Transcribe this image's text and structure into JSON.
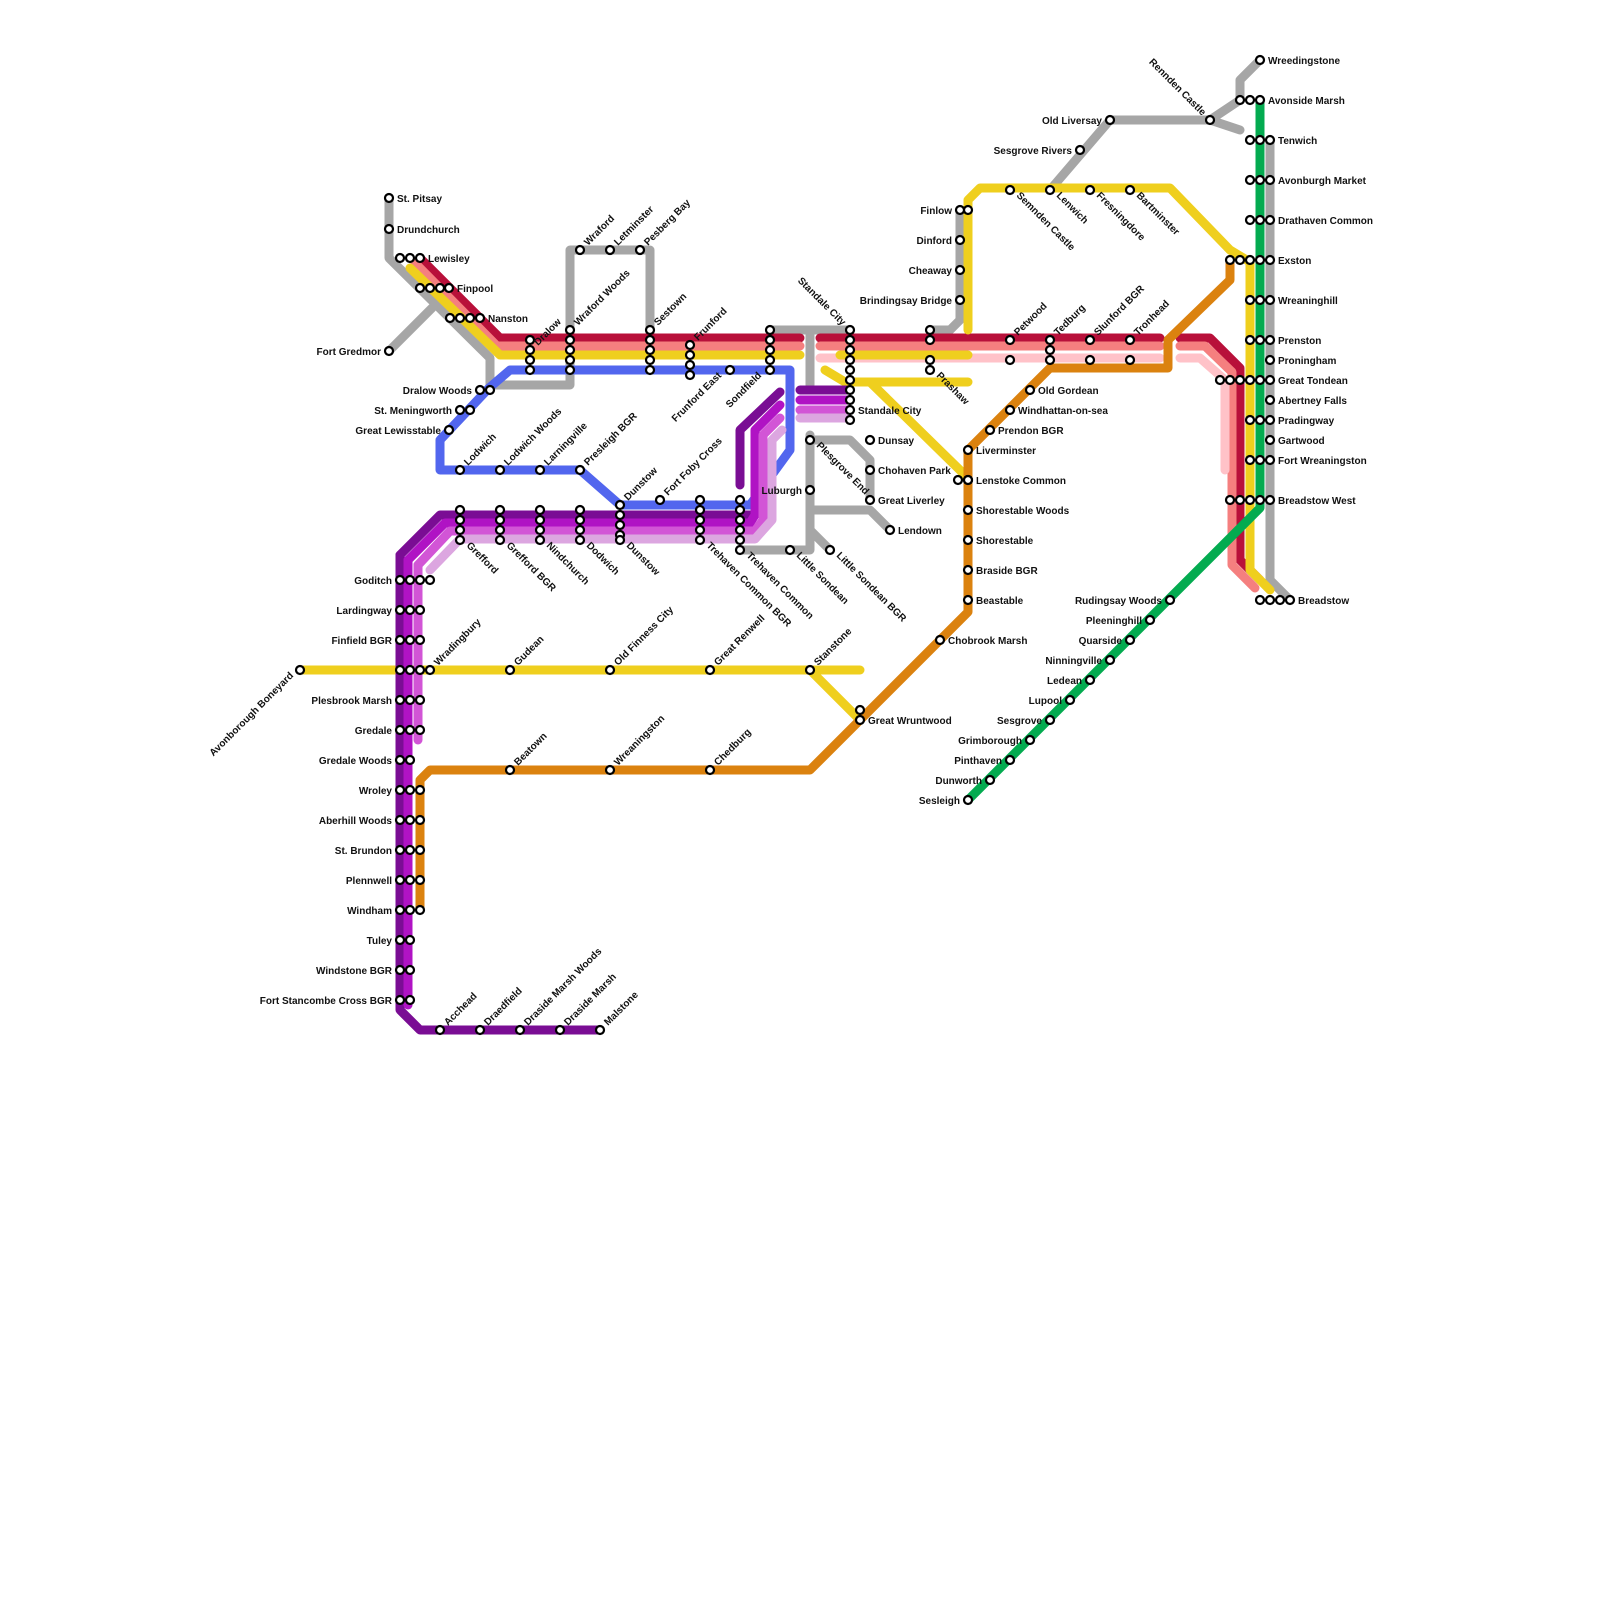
{
  "colors": {
    "gray": "#a6a6a6",
    "crimson": "#b8103a",
    "salmon": "#f57f7f",
    "pink": "#ffc2c8",
    "yellow": "#efcf1e",
    "blue": "#5266ee",
    "purple": "#7a0d94",
    "magenta": "#b013c4",
    "orchid": "#d255d6",
    "lavender": "#dca6e0",
    "orange": "#db820f",
    "green": "#04ab50"
  },
  "lines": [
    {
      "id": "gray",
      "color": "gray"
    },
    {
      "id": "crimson",
      "color": "crimson"
    },
    {
      "id": "salmon",
      "color": "salmon"
    },
    {
      "id": "pink",
      "color": "pink"
    },
    {
      "id": "yellow",
      "color": "yellow"
    },
    {
      "id": "blue",
      "color": "blue"
    },
    {
      "id": "purple",
      "color": "purple"
    },
    {
      "id": "magenta",
      "color": "magenta"
    },
    {
      "id": "orchid",
      "color": "orchid"
    },
    {
      "id": "lavender",
      "color": "lavender"
    },
    {
      "id": "orange",
      "color": "orange"
    },
    {
      "id": "green",
      "color": "green"
    }
  ],
  "stations": [
    {
      "label": "St. Pitsay"
    },
    {
      "label": "Drundchurch"
    },
    {
      "label": "Lewisley"
    },
    {
      "label": "Finpool"
    },
    {
      "label": "Nanston"
    },
    {
      "label": "Fort Gredmor"
    },
    {
      "label": "Dralow Woods"
    },
    {
      "label": "St. Meningworth"
    },
    {
      "label": "Great Lewisstable"
    },
    {
      "label": "Lodwich"
    },
    {
      "label": "Lodwich Woods"
    },
    {
      "label": "Larningville"
    },
    {
      "label": "Presleigh BGR"
    },
    {
      "label": "Dunstow"
    },
    {
      "label": "Fort Foby Cross"
    },
    {
      "label": "Dralow"
    },
    {
      "label": "Wraford Woods"
    },
    {
      "label": "Wraford"
    },
    {
      "label": "Letminster"
    },
    {
      "label": "Pesberg Bay"
    },
    {
      "label": "Sestown"
    },
    {
      "label": "Frunford"
    },
    {
      "label": "Frunford East"
    },
    {
      "label": "Sondfield"
    },
    {
      "label": "Standale City"
    },
    {
      "label": "Standale City"
    },
    {
      "label": "Grefford"
    },
    {
      "label": "Grefford BGR"
    },
    {
      "label": "Nindchurch"
    },
    {
      "label": "Dodwich"
    },
    {
      "label": "Dunstow"
    },
    {
      "label": "Trehaven Common BGR"
    },
    {
      "label": "Trehaven Common"
    },
    {
      "label": "Little Sondean"
    },
    {
      "label": "Little Sondean BGR"
    },
    {
      "label": "Plesgrove End"
    },
    {
      "label": "Luburgh"
    },
    {
      "label": "Dunsay"
    },
    {
      "label": "Chohaven Park"
    },
    {
      "label": "Great Liverley"
    },
    {
      "label": "Lendown"
    },
    {
      "label": "Finlow"
    },
    {
      "label": "Dinford"
    },
    {
      "label": "Cheaway"
    },
    {
      "label": "Brindingsay Bridge"
    },
    {
      "label": "Prashaw"
    },
    {
      "label": "Semnden Castle"
    },
    {
      "label": "Petwood"
    },
    {
      "label": "Lenwich"
    },
    {
      "label": "Tedburg"
    },
    {
      "label": "Fresningdore"
    },
    {
      "label": "Slunford BGR"
    },
    {
      "label": "Bartminster"
    },
    {
      "label": "Tronhead"
    },
    {
      "label": "Old Gordean"
    },
    {
      "label": "Windhattan-on-sea"
    },
    {
      "label": "Prendon BGR"
    },
    {
      "label": "Liverminster"
    },
    {
      "label": "Lenstoke Common"
    },
    {
      "label": "Shorestable Woods"
    },
    {
      "label": "Shorestable"
    },
    {
      "label": "Braside BGR"
    },
    {
      "label": "Beastable"
    },
    {
      "label": "Chobrook Marsh"
    },
    {
      "label": "Great Wruntwood"
    },
    {
      "label": "Sesgrove Rivers"
    },
    {
      "label": "Old Liversay"
    },
    {
      "label": "Rennden Castle"
    },
    {
      "label": "Wreedingstone"
    },
    {
      "label": "Avonside Marsh"
    },
    {
      "label": "Tenwich"
    },
    {
      "label": "Avonburgh Market"
    },
    {
      "label": "Drathaven Common"
    },
    {
      "label": "Exston"
    },
    {
      "label": "Wreaninghill"
    },
    {
      "label": "Prenston"
    },
    {
      "label": "Proningham"
    },
    {
      "label": "Great Tondean"
    },
    {
      "label": "Abertney Falls"
    },
    {
      "label": "Pradingway"
    },
    {
      "label": "Gartwood"
    },
    {
      "label": "Fort Wreaningston"
    },
    {
      "label": "Breadstow West"
    },
    {
      "label": "Breadstow"
    },
    {
      "label": "Rudingsay Woods"
    },
    {
      "label": "Pleeninghill"
    },
    {
      "label": "Quarside"
    },
    {
      "label": "Ninningville"
    },
    {
      "label": "Ledean"
    },
    {
      "label": "Lupool"
    },
    {
      "label": "Sesgrove"
    },
    {
      "label": "Grimborough"
    },
    {
      "label": "Pinthaven"
    },
    {
      "label": "Dunworth"
    },
    {
      "label": "Sesleigh"
    },
    {
      "label": "Goditch"
    },
    {
      "label": "Lardingway"
    },
    {
      "label": "Finfield BGR"
    },
    {
      "label": "Plesbrook Marsh"
    },
    {
      "label": "Gredale"
    },
    {
      "label": "Gredale Woods"
    },
    {
      "label": "Wroley"
    },
    {
      "label": "Aberhill Woods"
    },
    {
      "label": "St. Brundon"
    },
    {
      "label": "Plennwell"
    },
    {
      "label": "Windham"
    },
    {
      "label": "Tuley"
    },
    {
      "label": "Windstone BGR"
    },
    {
      "label": "Fort Stancombe Cross BGR"
    },
    {
      "label": "Avonborough Boneyard"
    },
    {
      "label": "Wradingbury"
    },
    {
      "label": "Gudean"
    },
    {
      "label": "Old Finness City"
    },
    {
      "label": "Great Renwell"
    },
    {
      "label": "Stanstone"
    },
    {
      "label": "Beatown"
    },
    {
      "label": "Wreaningston"
    },
    {
      "label": "Chedburg"
    },
    {
      "label": "Acchead"
    },
    {
      "label": "Draedfield"
    },
    {
      "label": "Draside Marsh Woods"
    },
    {
      "label": "Draside Marsh"
    },
    {
      "label": "Malstone"
    }
  ]
}
